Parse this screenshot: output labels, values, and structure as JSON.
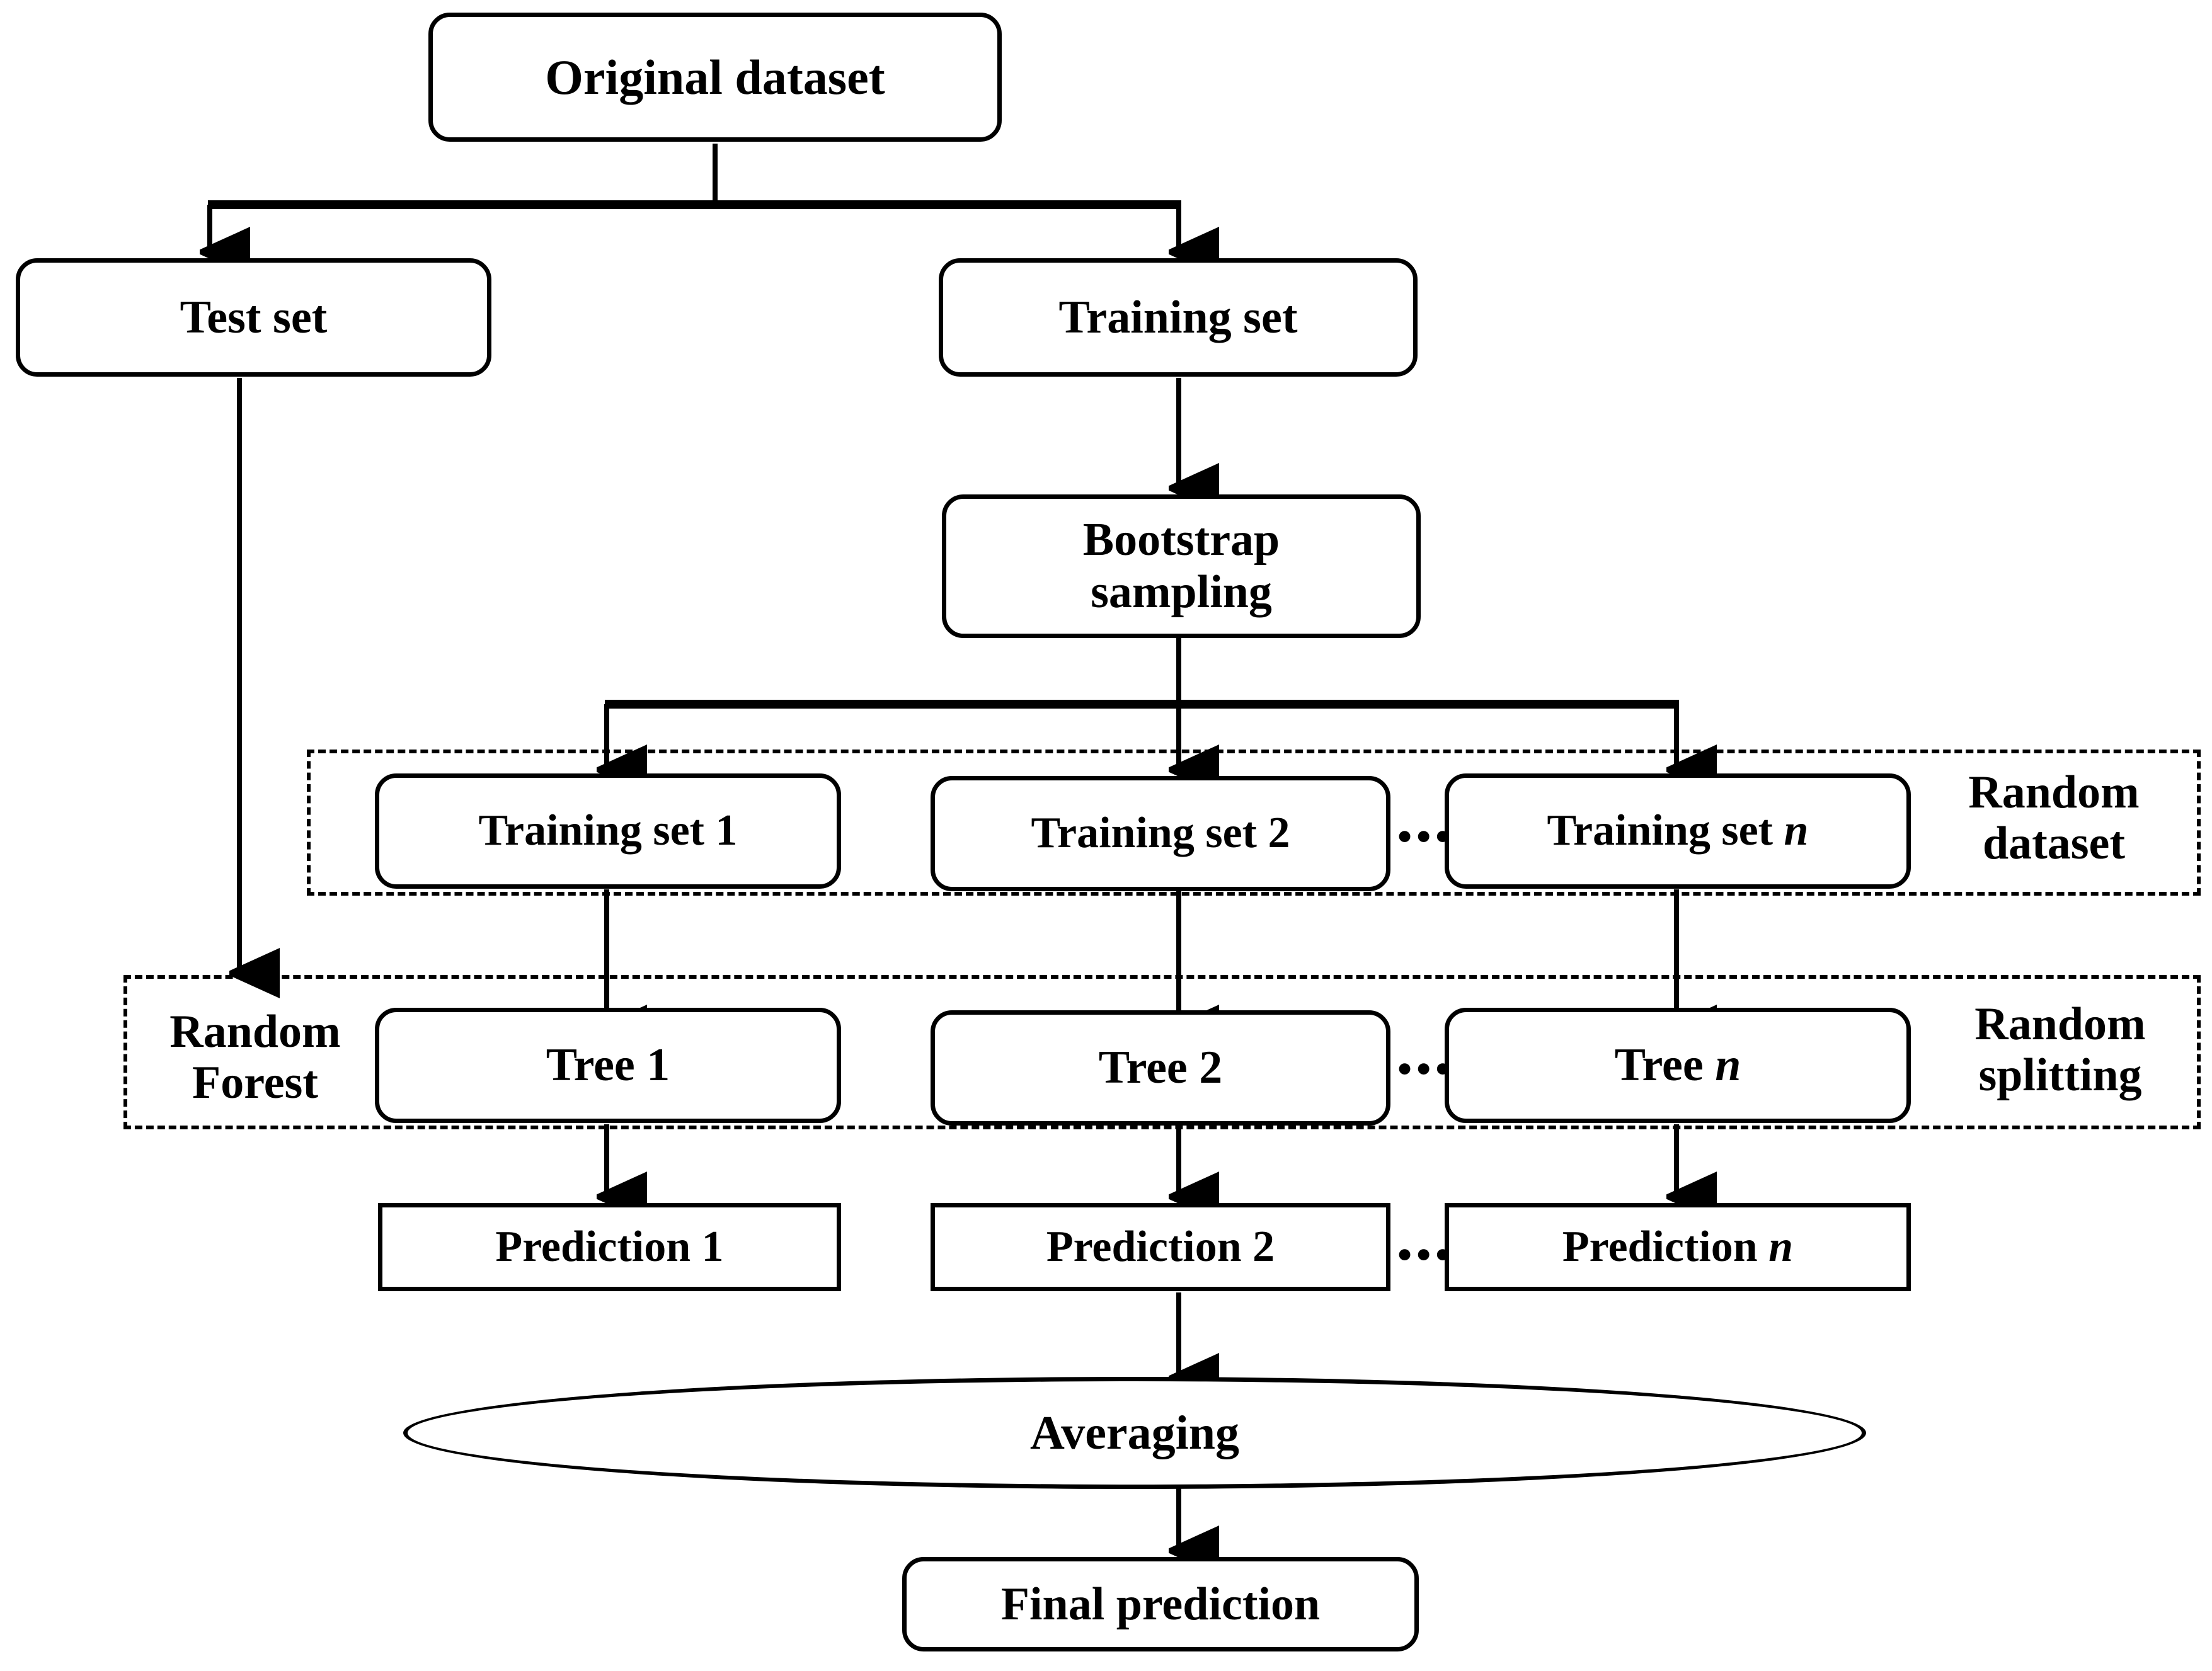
{
  "diagram": {
    "title": "Random Forest workflow flowchart",
    "stroke_color": "#000000",
    "fill_color": "#ffffff"
  },
  "nodes": {
    "original_dataset": "Original dataset",
    "test_set": "Test set",
    "training_set": "Training set",
    "bootstrap_sampling": "Bootstrap sampling",
    "training_set_1": "Training set 1",
    "training_set_2": "Training set 2",
    "training_set_n_prefix": "Training set ",
    "training_set_n_italic": "n",
    "tree_1": "Tree 1",
    "tree_2": "Tree 2",
    "tree_n_prefix": "Tree ",
    "tree_n_italic": "n",
    "prediction_1": "Prediction 1",
    "prediction_2": "Prediction 2",
    "prediction_n_prefix": "Prediction ",
    "prediction_n_italic": "n",
    "averaging": "Averaging",
    "final_prediction": "Final prediction"
  },
  "group_labels": {
    "random_dataset_line1": "Random",
    "random_dataset_line2": "dataset",
    "random_forest_line1": "Random",
    "random_forest_line2": "Forest",
    "random_splitting_line1": "Random",
    "random_splitting_line2": "splitting"
  },
  "ellipsis": {
    "training_row": "•••",
    "tree_row": "•••",
    "prediction_row": "•••"
  }
}
